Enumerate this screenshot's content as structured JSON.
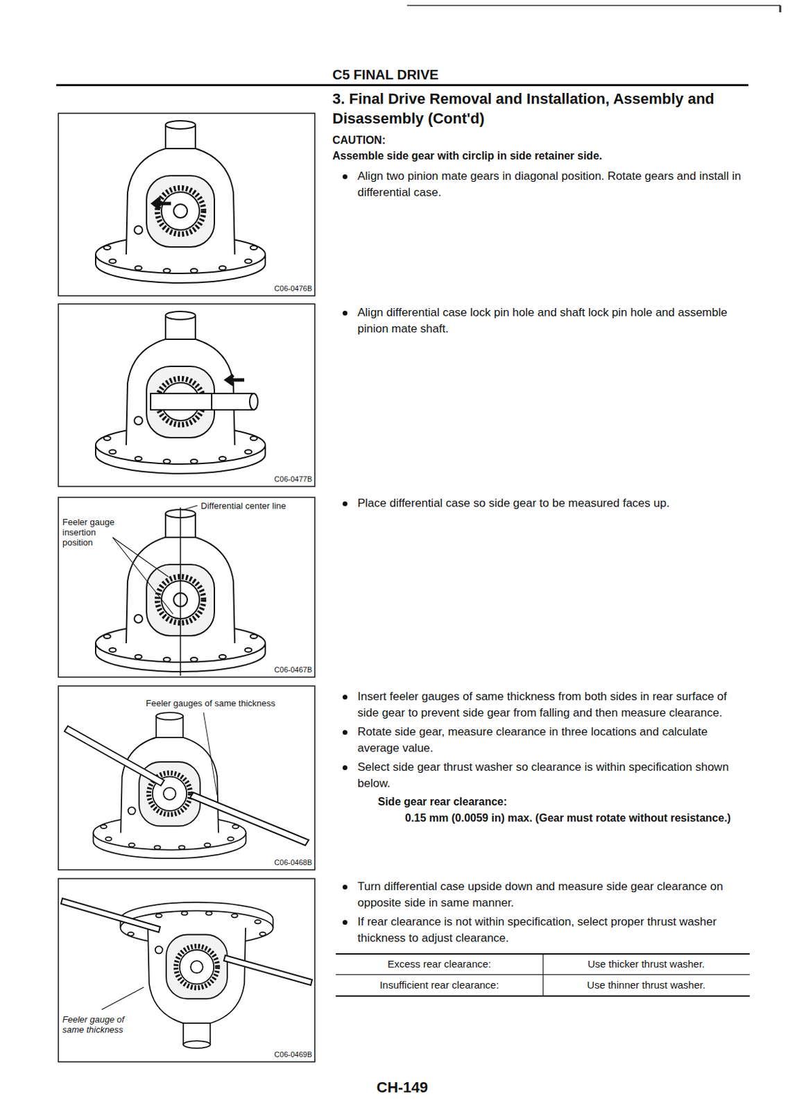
{
  "diagram": {
    "title": "C5 FINAL DRIVE",
    "labels": [
      "3. Final Drive Removal and Installation, Assembly and Disassembly (Cont'd)",
      "CAUTION:",
      "Assemble side gear with circlip in side retainer side.",
      "Align two pinion mate gears in diagonal position. Rotate gears and install in differential case.",
      "C06-0476B",
      "Align differential case lock pin hole and shaft lock pin hole and assemble pinion mate shaft.",
      "C06-0477B",
      "Differential center line",
      "Feeler gauge insertion position",
      "C06-0467B",
      "Place differential case so side gear to be measured faces up.",
      "Feeler gauges of same thickness",
      "C06-0468B",
      "Insert feeler gauges of same thickness from both sides in rear surface of side gear to prevent side gear from falling and then measure clearance.",
      "Rotate side gear, measure clearance in three locations and calculate average value.",
      "Select side gear thrust washer so clearance is within specification shown below.",
      "Side gear rear clearance:",
      "0.15 mm (0.0059 in) max. (Gear must rotate without resistance.)",
      "Feeler gauge of same thickness",
      "C06-0469B",
      "Turn differential case upside down and measure side gear clearance on opposite side in same manner.",
      "If rear clearance is not within specification, select proper thrust washer thickness to adjust clearance.",
      "Excess rear clearance:",
      "Use thicker thrust washer.",
      "Insufficient rear clearance:",
      "Use thinner thrust washer.",
      "CH-149"
    ]
  }
}
